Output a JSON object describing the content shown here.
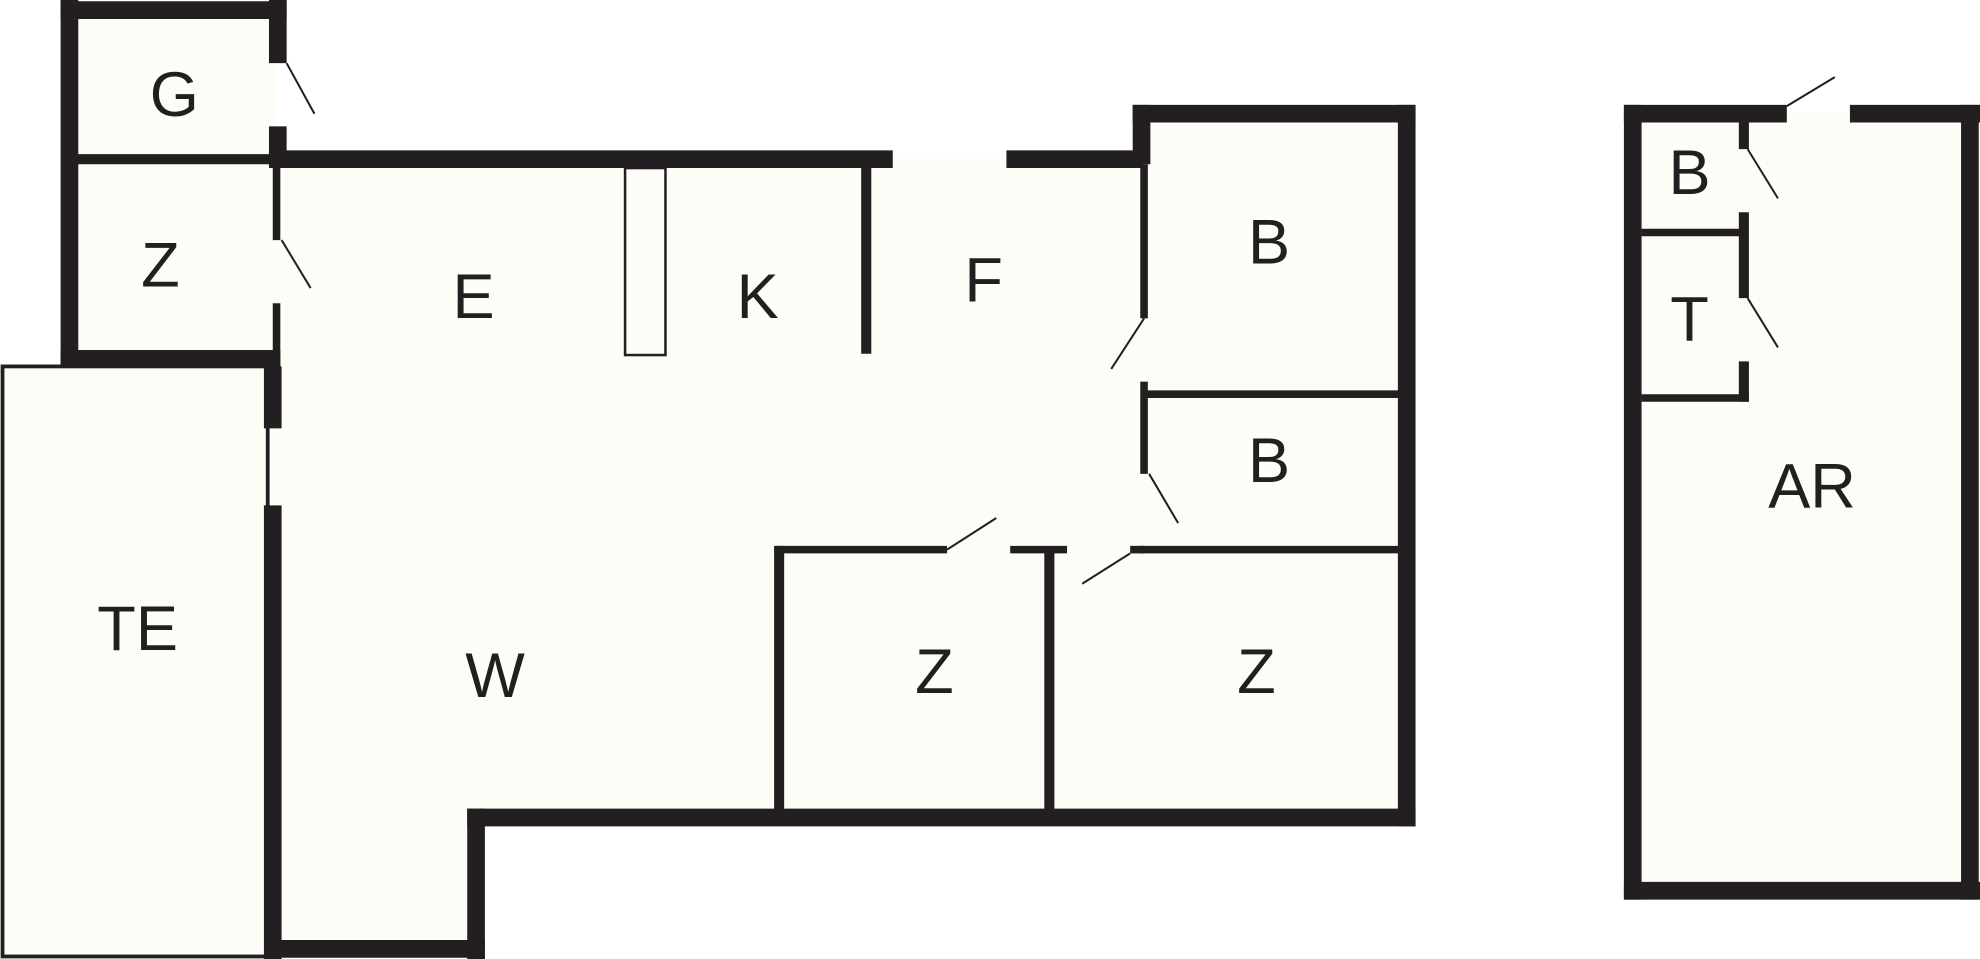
{
  "plan": {
    "main_building_rooms": [
      {
        "label": "G"
      },
      {
        "label": "Z"
      },
      {
        "label": "E"
      },
      {
        "label": "K"
      },
      {
        "label": "F"
      },
      {
        "label": "B"
      },
      {
        "label": "B"
      },
      {
        "label": "TE"
      },
      {
        "label": "W"
      },
      {
        "label": "Z"
      },
      {
        "label": "Z"
      }
    ],
    "annex_rooms": [
      {
        "label": "B"
      },
      {
        "label": "T"
      },
      {
        "label": "AR"
      }
    ],
    "colors": {
      "wall": "#231f20",
      "floor": "#fdfdf7",
      "background": "#ffffff"
    }
  }
}
